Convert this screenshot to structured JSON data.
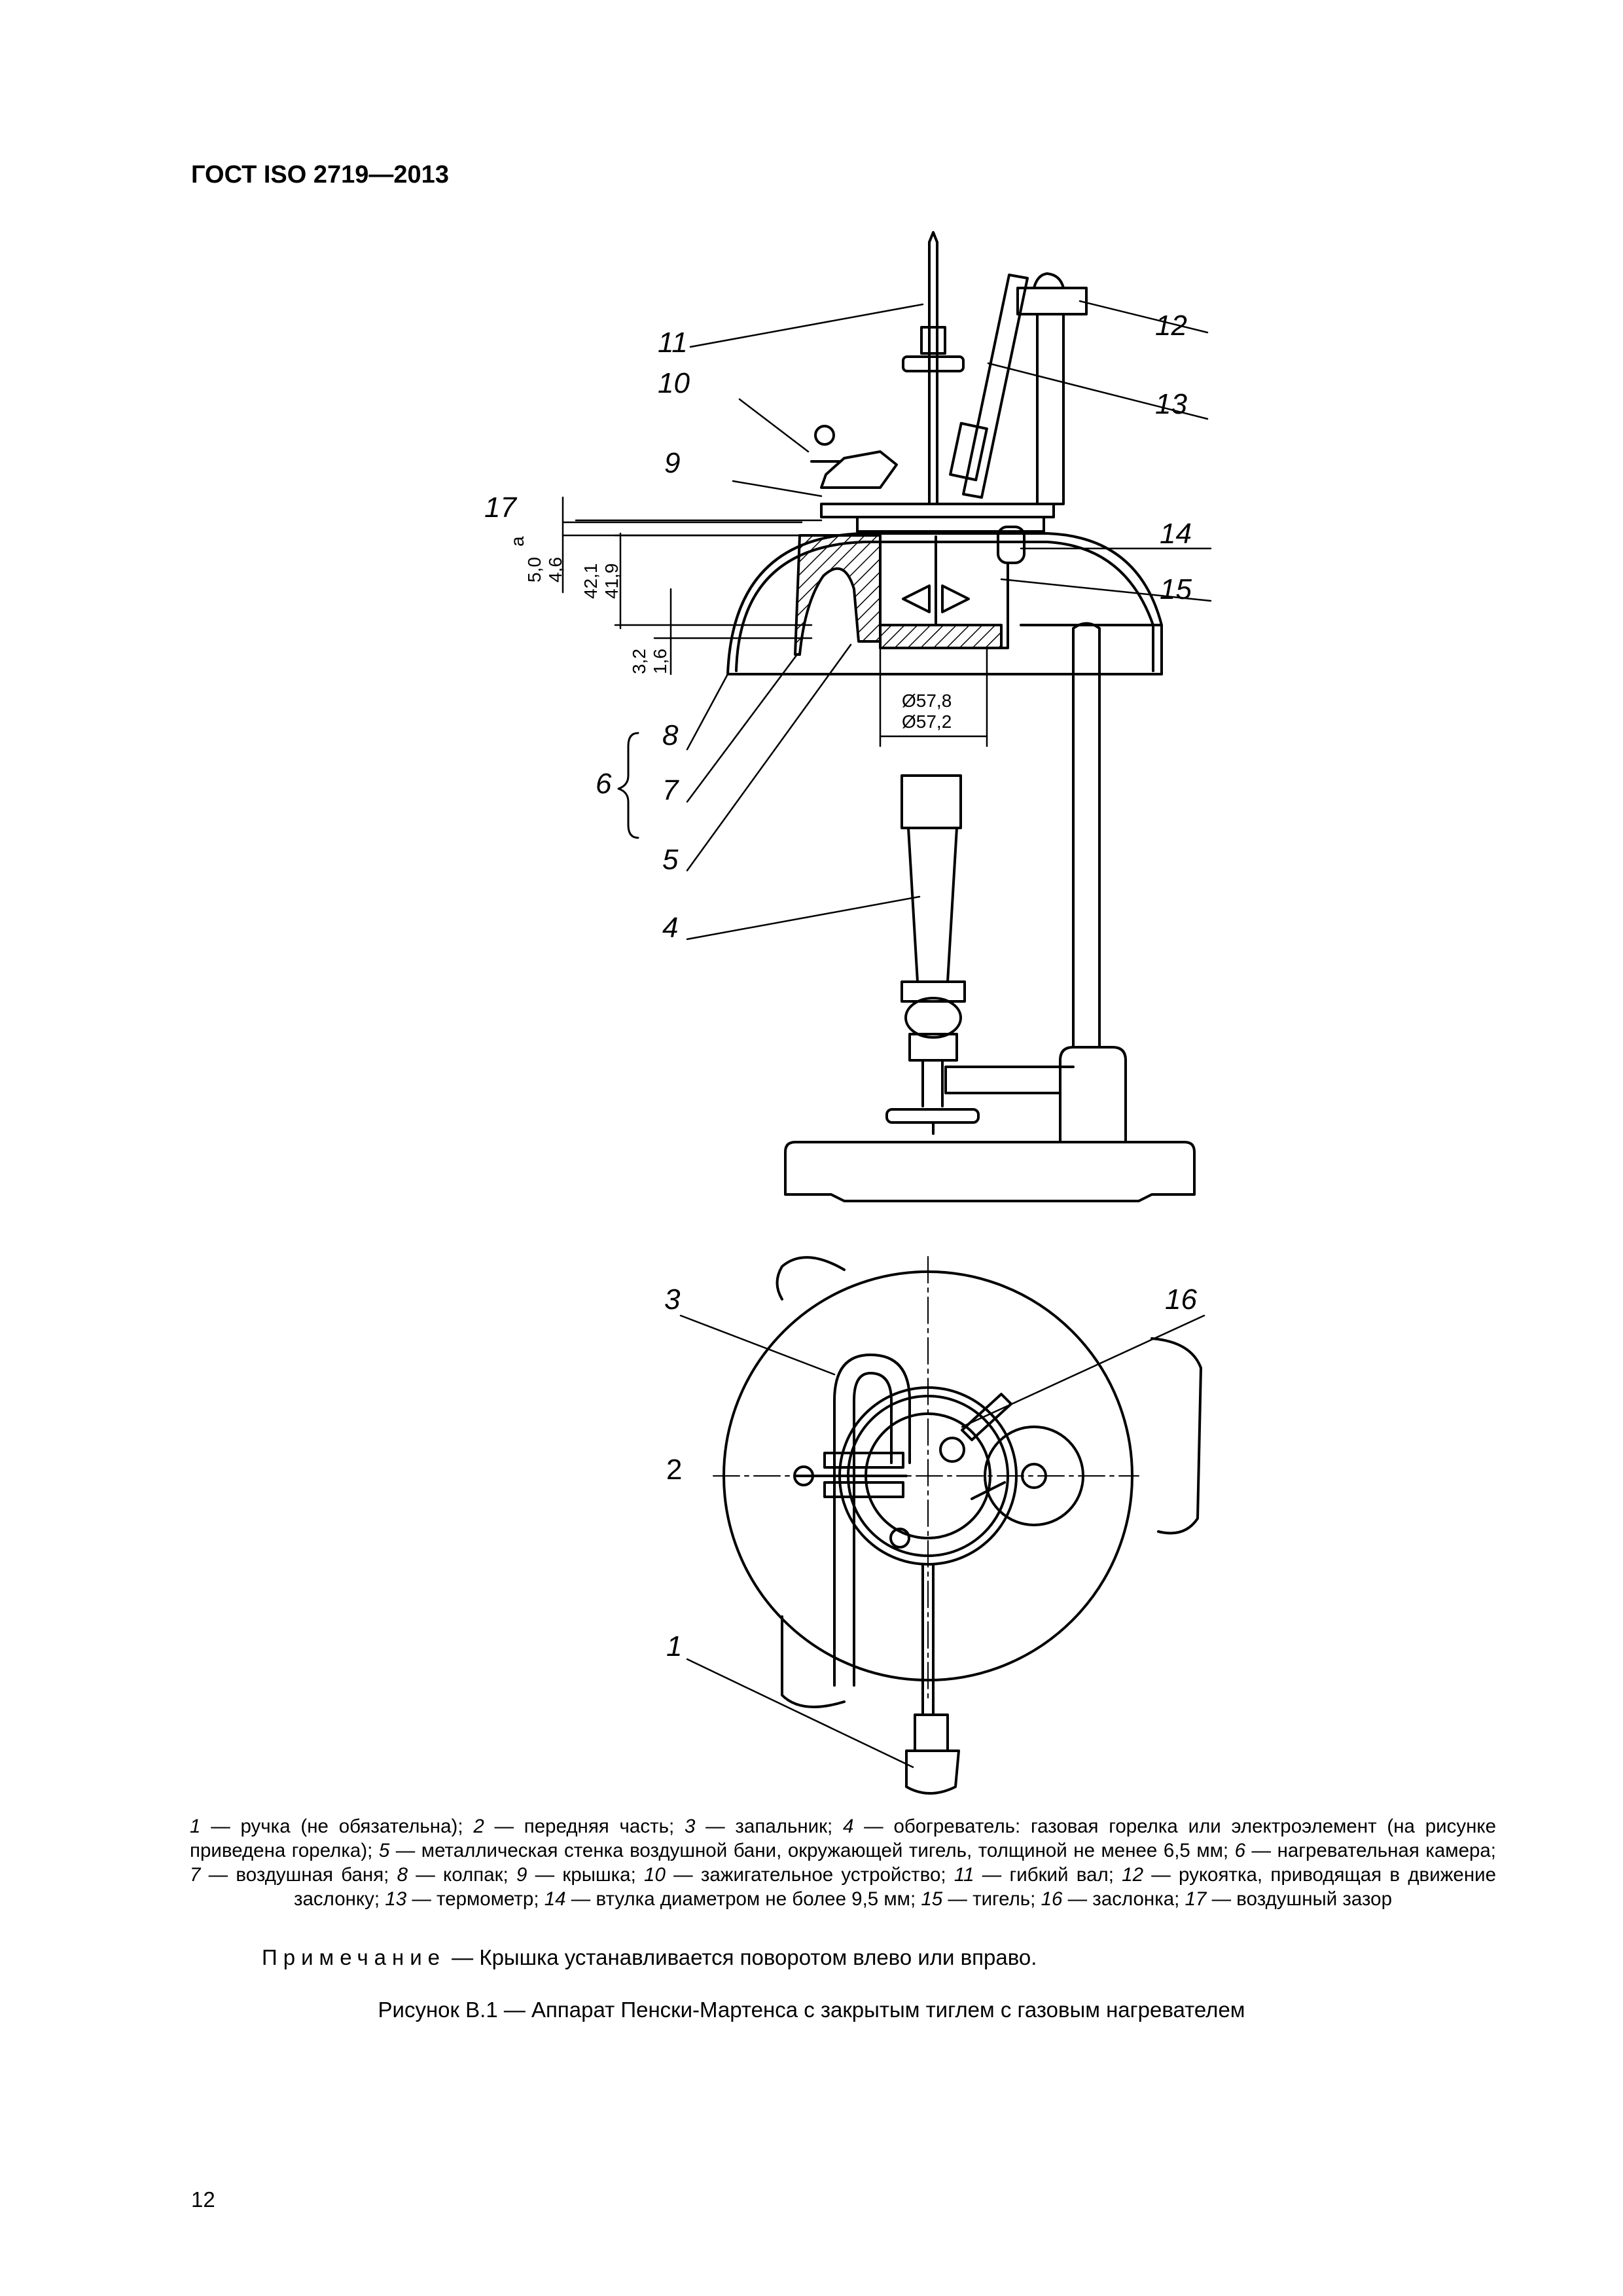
{
  "header": {
    "standard": "ГОСТ ISO 2719—2013"
  },
  "figure": {
    "labels": [
      "1",
      "2",
      "3",
      "4",
      "5",
      "6",
      "7",
      "8",
      "9",
      "10",
      "11",
      "12",
      "13",
      "14",
      "15",
      "16",
      "17"
    ],
    "dimensions": {
      "d1": "5,0",
      "d1_sup": "a",
      "d2": "4,6",
      "d3": "42,1",
      "d4": "41,9",
      "d5": "3,2",
      "d6": "1,6",
      "d7": "Ø57,8",
      "d8": "Ø57,2"
    }
  },
  "legend": [
    {
      "num": "1",
      "text": "ручка (не обязательна)"
    },
    {
      "num": "2",
      "text": "передняя часть"
    },
    {
      "num": "3",
      "text": "запальник"
    },
    {
      "num": "4",
      "text": "обогреватель: газовая горелка или электроэлемент (на рисунке приведена горелка)"
    },
    {
      "num": "5",
      "text": "металлическая стенка воздушной бани, окружающей тигель, толщиной не менее 6,5 мм"
    },
    {
      "num": "6",
      "text": "нагревательная камера"
    },
    {
      "num": "7",
      "text": "воздушная баня"
    },
    {
      "num": "8",
      "text": "колпак"
    },
    {
      "num": "9",
      "text": "крышка"
    },
    {
      "num": "10",
      "text": "зажигательное устройство"
    },
    {
      "num": "11",
      "text": "гибкий вал"
    },
    {
      "num": "12",
      "text": "рукоятка, приводящая в движение заслонку"
    },
    {
      "num": "13",
      "text": "термометр"
    },
    {
      "num": "14",
      "text": "втулка диаметром не более 9,5 мм"
    },
    {
      "num": "15",
      "text": "тигель"
    },
    {
      "num": "16",
      "text": "заслонка"
    },
    {
      "num": "17",
      "text": "воздушный зазор"
    }
  ],
  "note": {
    "label": "Примечание",
    "text": " — Крышка устанавливается поворотом влево или вправо."
  },
  "figure_title": "Рисунок В.1 — Аппарат Пенски-Мартенса с закрытым тиглем с газовым нагревателем",
  "page_number": "12"
}
